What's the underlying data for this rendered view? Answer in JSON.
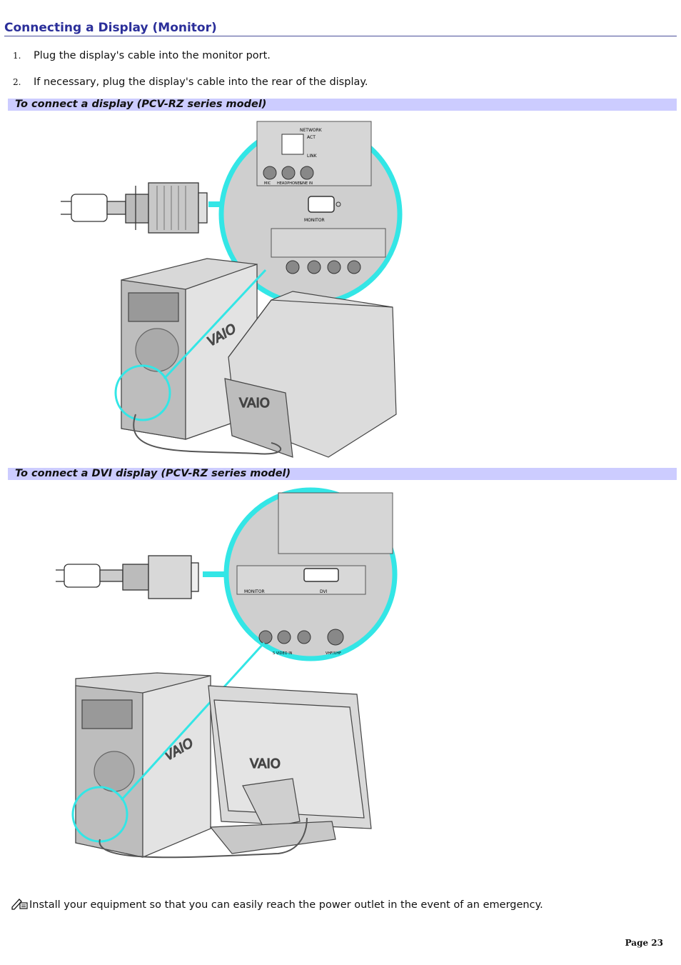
{
  "doc": {
    "title": "Connecting a Display (Monitor)",
    "steps": [
      {
        "num": "1.",
        "text": "Plug the display's cable into the monitor port."
      },
      {
        "num": "2.",
        "text": "If necessary, plug the display's cable into the rear of the display."
      }
    ],
    "figures": [
      {
        "caption": "To connect a display (PCV-RZ series model)",
        "labels": {
          "network": "NETWORK",
          "act": "ACT",
          "link": "LINK",
          "mic": "MIC",
          "headphones": "HEADPHONES",
          "line_in": "LINE IN",
          "monitor": "MONITOR",
          "vaio": "VAIO"
        }
      },
      {
        "caption": "To connect a DVI display (PCV-RZ series model)",
        "labels": {
          "monitor": "MONITOR",
          "dvi": "DVI",
          "vhf_uhf": "VHF/UHF",
          "s_video": "S VIDEO IN",
          "vaio": "VAIO"
        }
      }
    ],
    "note_icon": "pencil-note-icon",
    "note_text": "Install your equipment so that you can easily reach the power outlet in the event of an emergency.",
    "page_label": "Page 23"
  },
  "colors": {
    "title": "#2b2f9a",
    "band": "#ccccff",
    "highlight": "#33e6e6",
    "device": "#d6d6d6"
  }
}
